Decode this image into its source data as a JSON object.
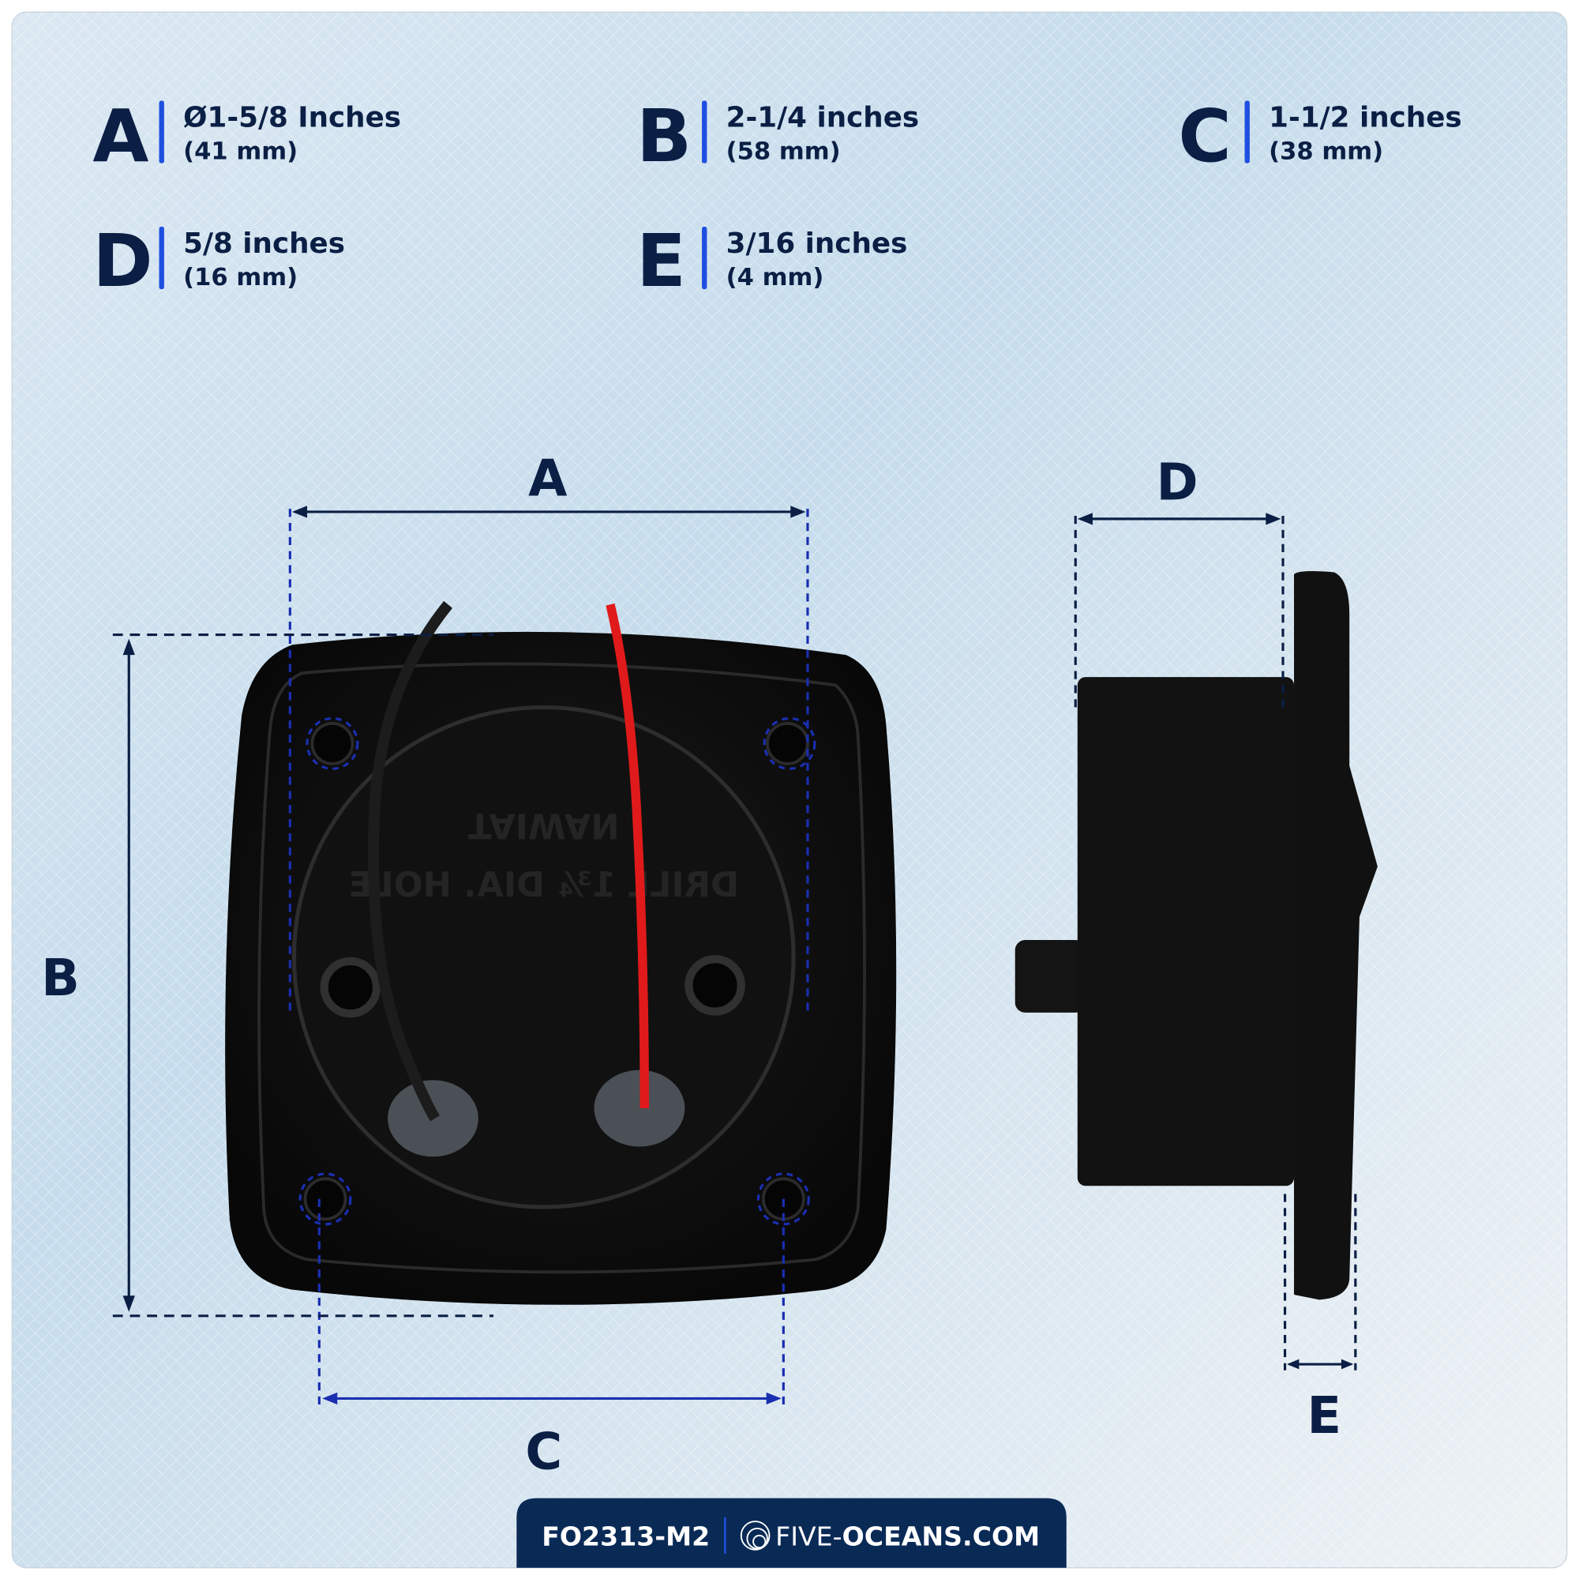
{
  "specs": [
    {
      "letter": "A",
      "imperial": "Ø1-5/8 Inches",
      "metric": "(41 mm)"
    },
    {
      "letter": "B",
      "imperial": "2-1/4 inches",
      "metric": "(58 mm)"
    },
    {
      "letter": "C",
      "imperial": "1-1/2 inches",
      "metric": "(38 mm)"
    },
    {
      "letter": "D",
      "imperial": "5/8 inches",
      "metric": "(16 mm)"
    },
    {
      "letter": "E",
      "imperial": "3/16 inches",
      "metric": "(4 mm)"
    }
  ],
  "diagram_labels": {
    "a": "A",
    "b": "B",
    "c": "C",
    "d": "D",
    "e": "E"
  },
  "product_emboss": {
    "line1": "DRILL 1¾ DIA. HOLE",
    "line2": "TAIWAN"
  },
  "footer": {
    "sku": "FO2313-M2",
    "brand_light": "FIVE-",
    "brand_bold": "OCEANS.COM"
  },
  "colors": {
    "navy": "#0b1f45",
    "accent_blue": "#1f4fe0",
    "dim_line": "#1a2fb0",
    "footer_bg": "#0a2a56",
    "wire_red": "#e01a1a"
  }
}
